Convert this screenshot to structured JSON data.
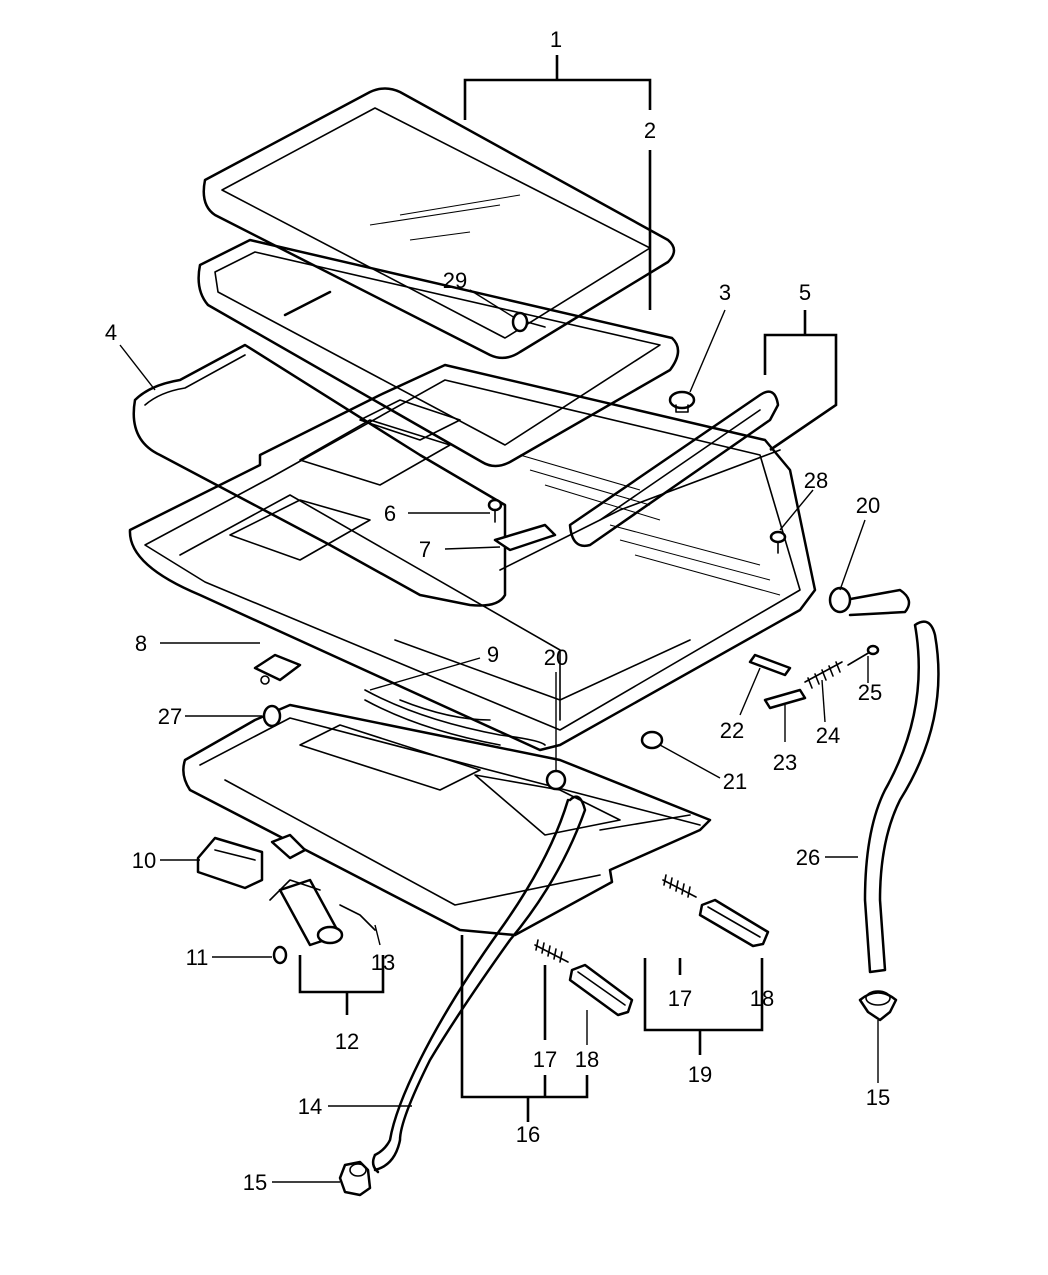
{
  "callouts": {
    "c1": "1",
    "c2": "2",
    "c3": "3",
    "c4": "4",
    "c5": "5",
    "c6": "6",
    "c7": "7",
    "c8": "8",
    "c9": "9",
    "c10": "10",
    "c11": "11",
    "c12": "12",
    "c13": "13",
    "c14": "14",
    "c15a": "15",
    "c15b": "15",
    "c16": "16",
    "c17a": "17",
    "c17b": "17",
    "c18a": "18",
    "c18b": "18",
    "c19": "19",
    "c20a": "20",
    "c20b": "20",
    "c21": "21",
    "c22": "22",
    "c23": "23",
    "c24": "24",
    "c25": "25",
    "c26": "26",
    "c27": "27",
    "c28": "28",
    "c29": "29"
  }
}
